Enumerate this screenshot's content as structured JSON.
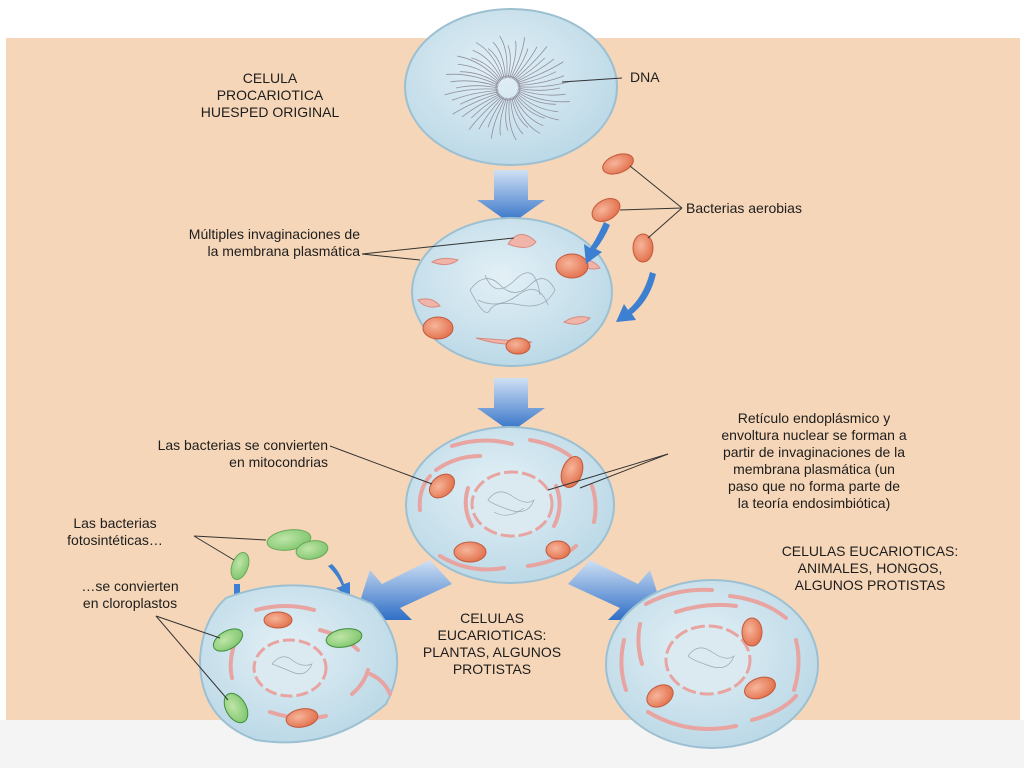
{
  "labels": {
    "host_cell": "CELULA\nPROCARIOTICA\nHUESPED ORIGINAL",
    "dna": "DNA",
    "aerobic_bacteria": "Bacterias aerobias",
    "invaginations": "Múltiples invaginaciones de\nla membrana plasmática",
    "mitochondria": "Las bacterias se convierten\nen mitocondrias",
    "er_nuclear": "Retículo endoplásmico y\nenvoltura nuclear se forman a\npartir de invaginaciones de la\nmembrana plasmática (un\npaso que no forma parte de\nla teoría endosimbiótica)",
    "photosynthetic": "Las bacterias\nfotosintéticas…",
    "chloroplasts": "…se convierten\nen cloroplastos",
    "plant_cells": "CELULAS\nEUCARIOTICAS:\nPLANTAS, ALGUNOS\nPROTISTAS",
    "animal_cells": "CELULAS EUCARIOTICAS:\nANIMALES, HONGOS,\nALGUNOS PROTISTAS"
  },
  "colors": {
    "background": "#f6d6b8",
    "cell_fill": "#cfe5ef",
    "cell_stroke": "#9cc0d2",
    "mitochondria": "#e88a68",
    "chloroplast": "#5bb556",
    "arrow": "#3d7fd0",
    "membrane": "#e8a4a0"
  }
}
